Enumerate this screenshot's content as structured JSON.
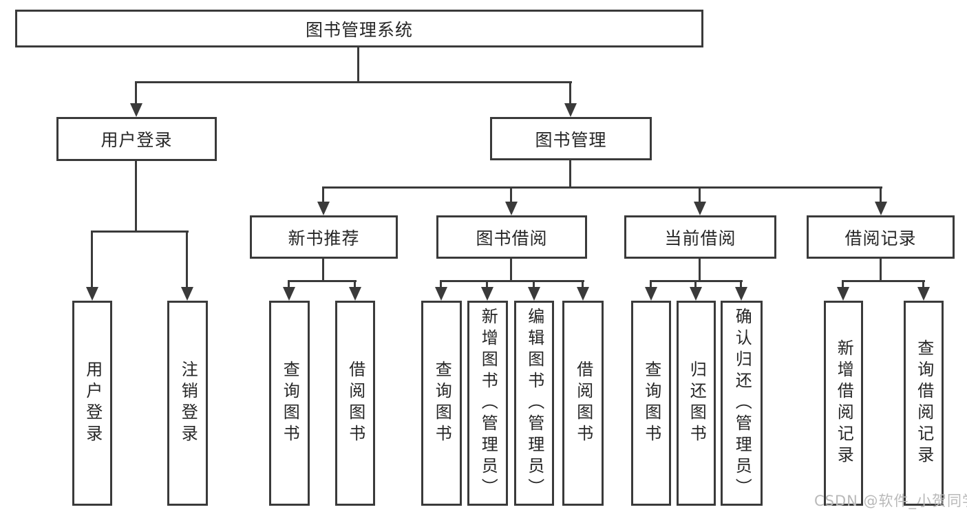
{
  "diagram": {
    "title": "图书管理系统",
    "nodes": {
      "root": "图书管理系统",
      "user_login": "用户登录",
      "book_mgmt": "图书管理",
      "new_book_rec": "新书推荐",
      "book_borrow": "图书借阅",
      "current_borrow": "当前借阅",
      "borrow_records": "借阅记录",
      "leaf_user_login": "用户登录",
      "leaf_logout": "注销登录",
      "leaf_nb_query": "查询图书",
      "leaf_nb_borrow": "借阅图书",
      "leaf_bb_query": "查询图书",
      "leaf_bb_add": "新增图书（管理员）",
      "leaf_bb_edit": "编辑图书（管理员）",
      "leaf_bb_borrow": "借阅图书",
      "leaf_cb_query": "查询图书",
      "leaf_cb_return": "归还图书",
      "leaf_cb_confirm": "确认归还（管理员）",
      "leaf_br_add": "新增借阅记录",
      "leaf_br_query": "查询借阅记录"
    },
    "hierarchy": {
      "图书管理系统": {
        "用户登录": [
          "用户登录",
          "注销登录"
        ],
        "图书管理": {
          "新书推荐": [
            "查询图书",
            "借阅图书"
          ],
          "图书借阅": [
            "查询图书",
            "新增图书（管理员）",
            "编辑图书（管理员）",
            "借阅图书"
          ],
          "当前借阅": [
            "查询图书",
            "归还图书",
            "确认归还（管理员）"
          ],
          "借阅记录": [
            "新增借阅记录",
            "查询借阅记录"
          ]
        }
      }
    },
    "watermark": "CSDN @软件_小贺同学"
  },
  "colors": {
    "line": "#3a3a3a",
    "text": "#262626",
    "watermark": "#b9b9b9",
    "background": "#ffffff"
  }
}
